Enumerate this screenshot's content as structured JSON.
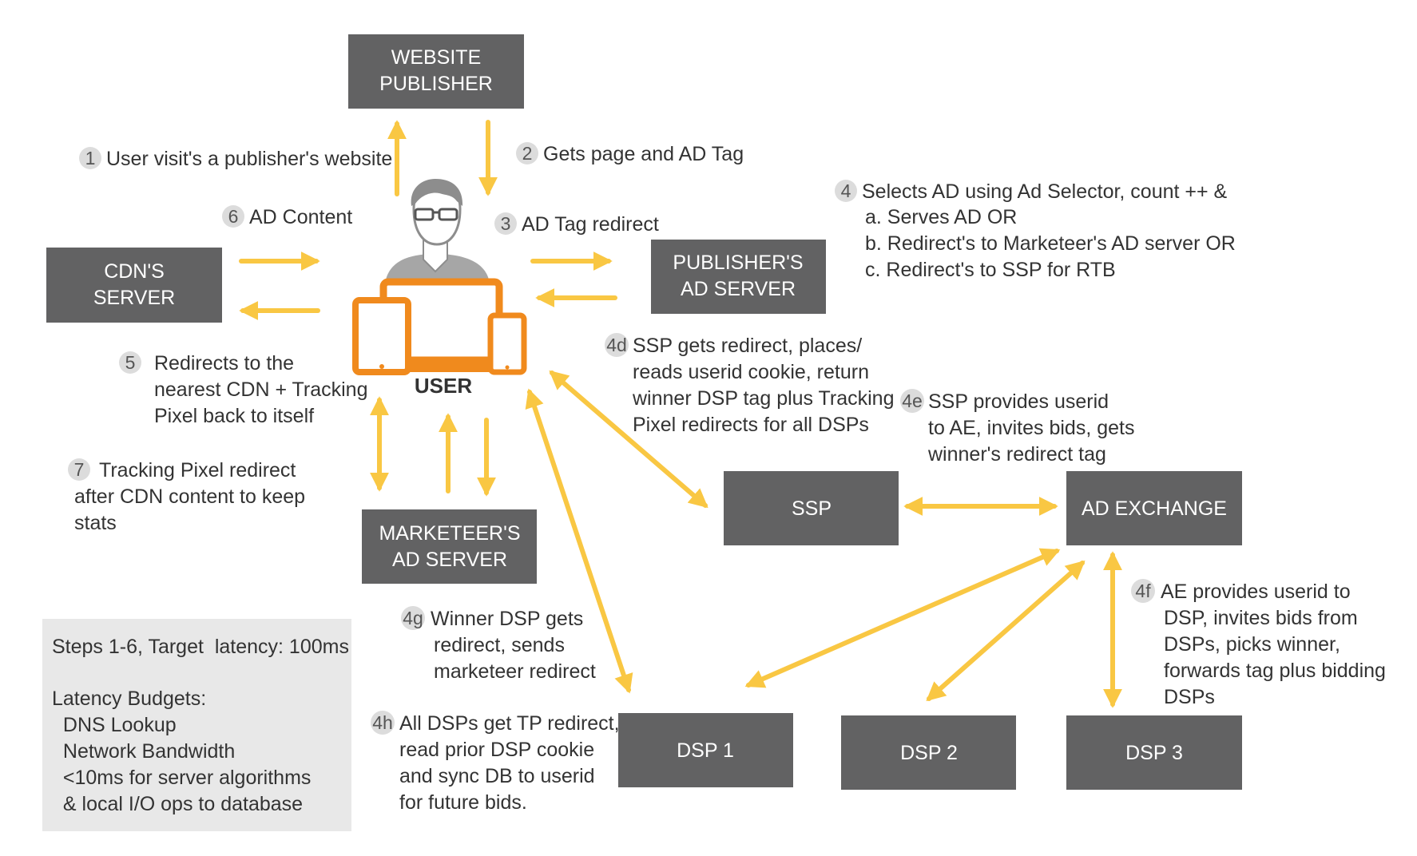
{
  "colors": {
    "node": "#626263",
    "arrow": "#f9c743",
    "device": "#f08a1d",
    "note_bg": "#e8e8e8",
    "text": "#333333",
    "badge": "#dcdcdc"
  },
  "nodes": {
    "website_publisher": [
      "WEBSITE",
      "PUBLISHER"
    ],
    "cdn_server": [
      "CDN'S",
      "SERVER"
    ],
    "publisher_ad_server": [
      "PUBLISHER'S",
      "AD SERVER"
    ],
    "marketeer_ad_server": [
      "MARKETEER'S",
      "AD SERVER"
    ],
    "ssp": [
      "SSP"
    ],
    "ad_exchange": [
      "AD EXCHANGE"
    ],
    "dsp1": [
      "DSP 1"
    ],
    "dsp2": [
      "DSP 2"
    ],
    "dsp3": [
      "DSP 3"
    ]
  },
  "user_label": "USER",
  "steps": {
    "s1": {
      "badge": "1",
      "lines": [
        "User visit's a publisher's website"
      ]
    },
    "s2": {
      "badge": "2",
      "lines": [
        "Gets page and AD Tag"
      ]
    },
    "s3": {
      "badge": "3",
      "lines": [
        "AD Tag redirect"
      ]
    },
    "s4": {
      "badge": "4",
      "lines": [
        "Selects AD using Ad Selector, count ++ &",
        "a. Serves AD OR",
        "b. Redirect's to Marketeer's AD server OR",
        "c. Redirect's to SSP for RTB"
      ]
    },
    "s5": {
      "badge": "5",
      "lines": [
        "Redirects to the",
        "nearest CDN + Tracking",
        "Pixel back to itself"
      ]
    },
    "s6": {
      "badge": "6",
      "lines": [
        "AD Content"
      ]
    },
    "s7": {
      "badge": "7",
      "lines": [
        "Tracking Pixel redirect",
        "after CDN content to keep",
        "stats"
      ]
    },
    "s4d": {
      "badge": "4d",
      "lines": [
        "SSP gets redirect, places/",
        "reads userid cookie, return",
        "winner DSP tag plus Tracking",
        "Pixel redirects for all DSPs"
      ]
    },
    "s4e": {
      "badge": "4e",
      "lines": [
        "SSP provides userid",
        "to AE, invites bids, gets",
        "winner's redirect tag"
      ]
    },
    "s4f": {
      "badge": "4f",
      "lines": [
        "AE provides userid to",
        "DSP, invites bids from",
        "DSPs, picks winner,",
        "forwards tag plus bidding",
        "DSPs"
      ]
    },
    "s4g": {
      "badge": "4g",
      "lines": [
        "Winner DSP gets",
        "redirect, sends",
        "marketeer redirect"
      ]
    },
    "s4h": {
      "badge": "4h",
      "lines": [
        "All DSPs get TP redirect,",
        "read prior DSP cookie",
        "and sync DB to userid",
        "for future bids."
      ]
    }
  },
  "note": {
    "lines": [
      "Steps 1-6, Target  latency: 100ms",
      "",
      "Latency Budgets:",
      "  DNS Lookup",
      "  Network Bandwidth",
      "  <10ms for server algorithms",
      "  & local I/O ops to database"
    ]
  }
}
